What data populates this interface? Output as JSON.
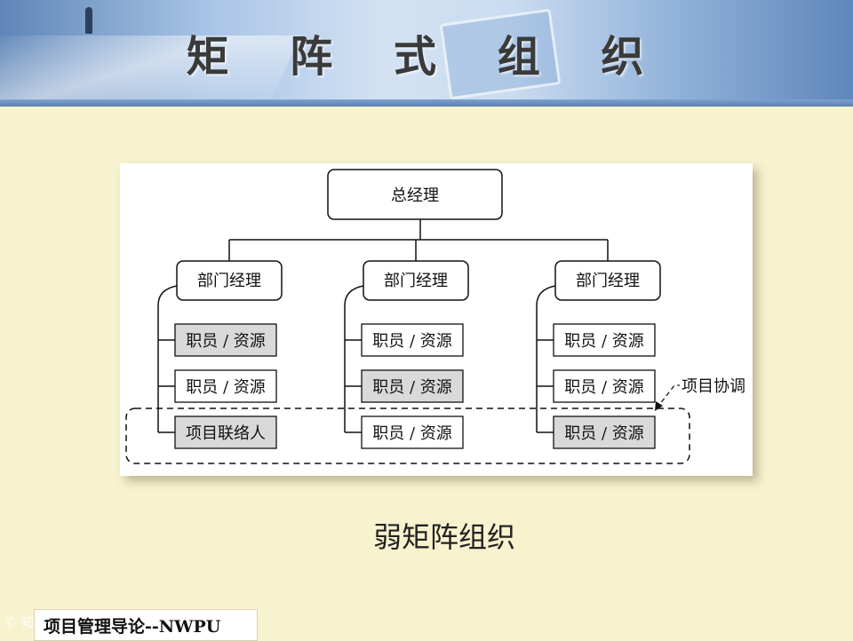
{
  "page": {
    "title": "矩 阵 式 组 织"
  },
  "diagram": {
    "root": "总经理",
    "departments": [
      {
        "manager": "部门经理",
        "members": [
          {
            "label": "职员 / 资源",
            "shaded": true
          },
          {
            "label": "职员 / 资源",
            "shaded": false
          },
          {
            "label": "项目联络人",
            "shaded": true
          }
        ]
      },
      {
        "manager": "部门经理",
        "members": [
          {
            "label": "职员 / 资源",
            "shaded": false
          },
          {
            "label": "职员 / 资源",
            "shaded": true
          },
          {
            "label": "职员 / 资源",
            "shaded": false
          }
        ]
      },
      {
        "manager": "部门经理",
        "members": [
          {
            "label": "职员 / 资源",
            "shaded": false
          },
          {
            "label": "职员 / 资源",
            "shaded": false
          },
          {
            "label": "职员 / 资源",
            "shaded": true
          }
        ]
      }
    ],
    "coordination_label": "项目协调",
    "colors": {
      "shaded": "#d9d9d9",
      "plain": "#ffffff",
      "line": "#111111"
    }
  },
  "caption": "弱矩阵组织",
  "footer": {
    "text": "项目管理导论--NWPU"
  },
  "watermark": {
    "text": "© 知乎"
  }
}
